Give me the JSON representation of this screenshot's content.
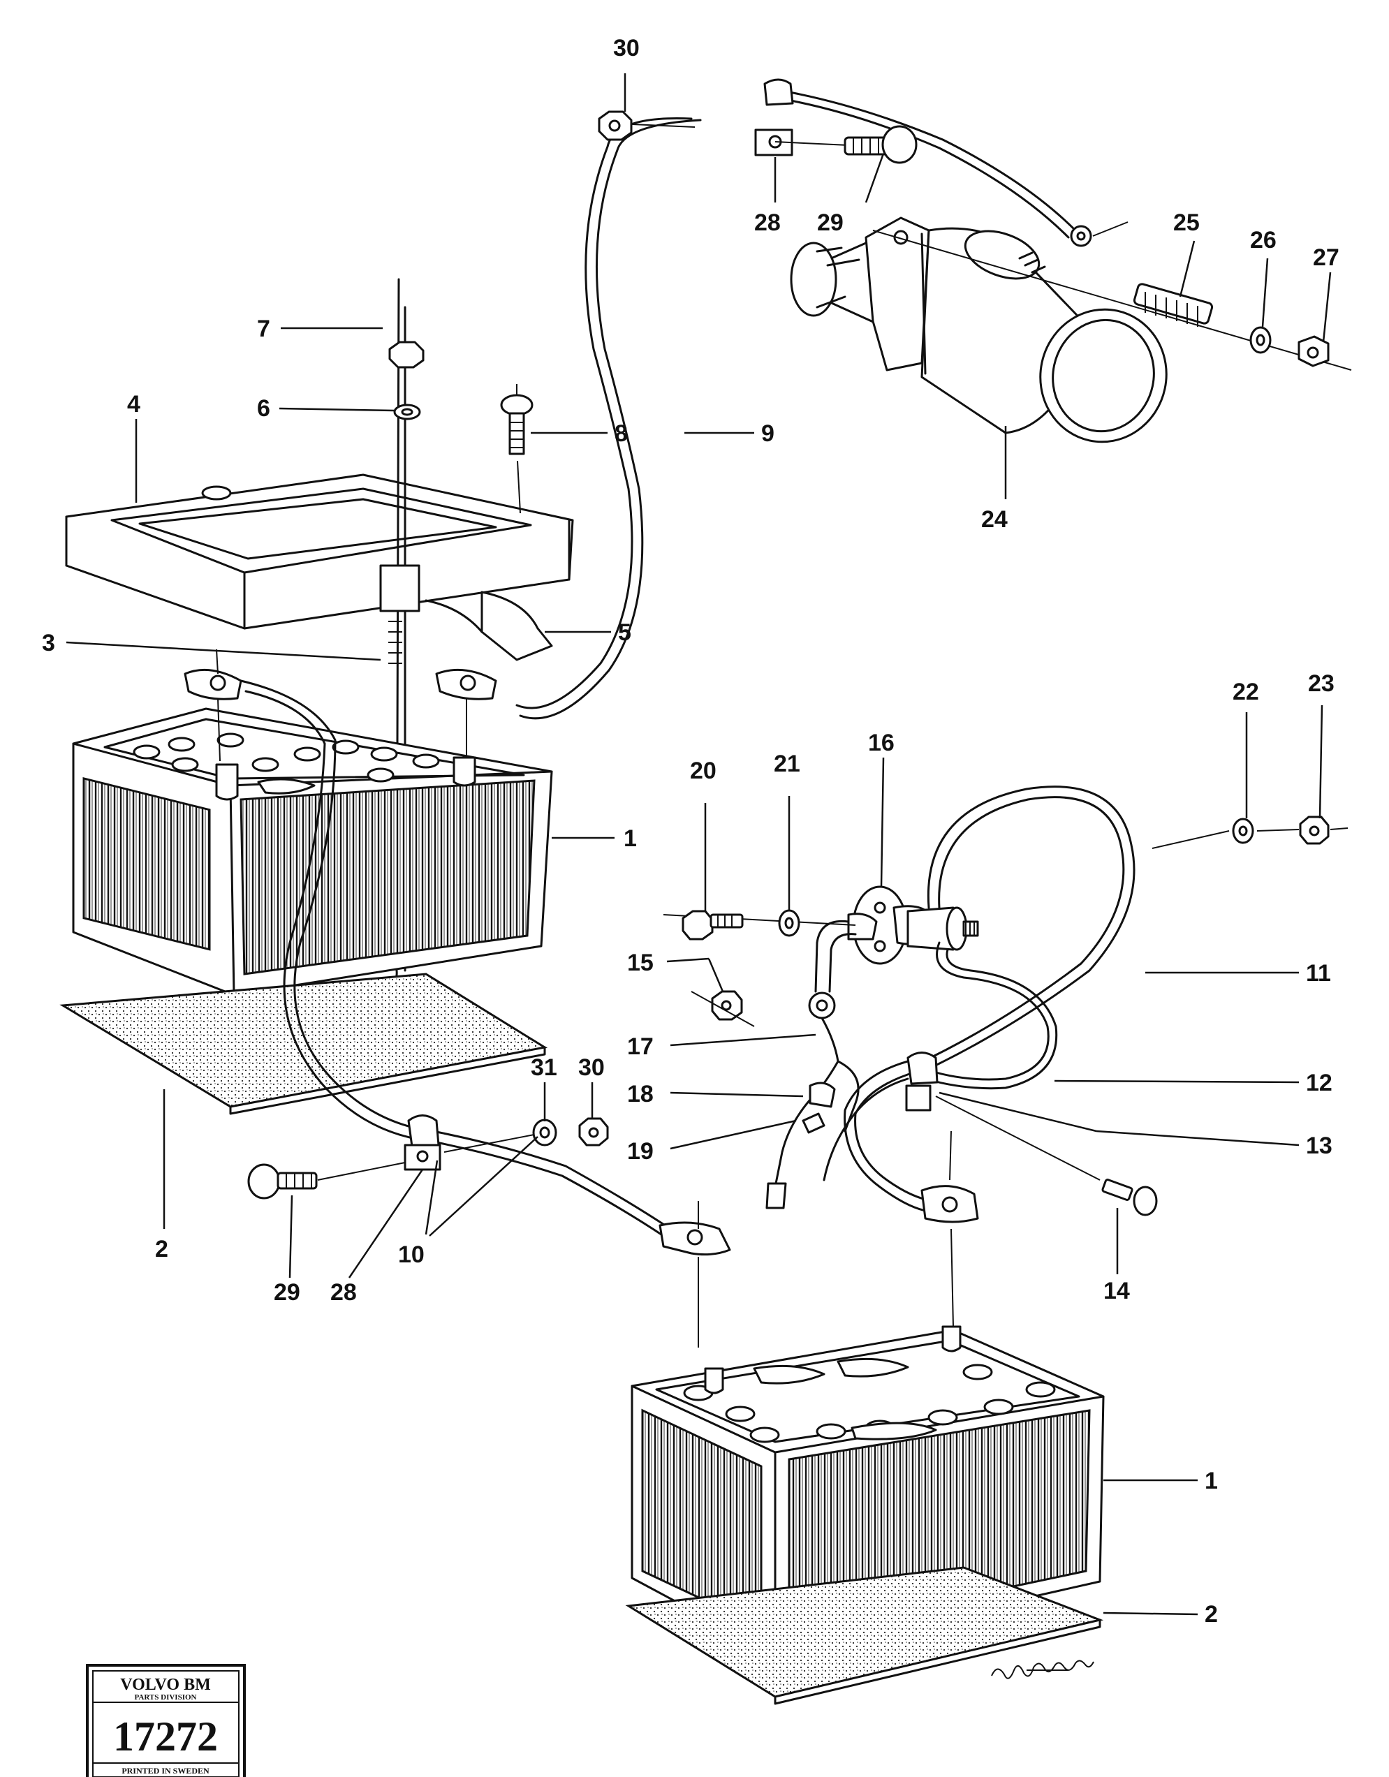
{
  "callouts": {
    "c1a": "1",
    "c1b": "1",
    "c2a": "2",
    "c2b": "2",
    "c3": "3",
    "c4": "4",
    "c5": "5",
    "c6": "6",
    "c7": "7",
    "c8": "8",
    "c9": "9",
    "c10": "10",
    "c11": "11",
    "c12": "12",
    "c13": "13",
    "c14": "14",
    "c15": "15",
    "c16": "16",
    "c17": "17",
    "c18": "18",
    "c19": "19",
    "c20": "20",
    "c21": "21",
    "c22": "22",
    "c23": "23",
    "c24": "24",
    "c25": "25",
    "c26": "26",
    "c27": "27",
    "c28a": "28",
    "c28b": "28",
    "c29a": "29",
    "c29b": "29",
    "c30a": "30",
    "c30b": "30",
    "c31": "31"
  },
  "stamp": {
    "brand": "VOLVO BM",
    "division": "PARTS DIVISION",
    "number": "17272",
    "printed": "PRINTED IN SWEDEN"
  },
  "signature": "OMMOSON 82"
}
